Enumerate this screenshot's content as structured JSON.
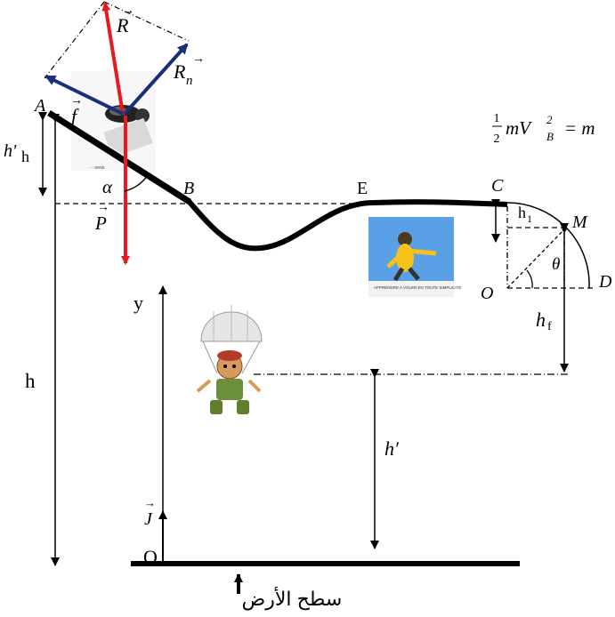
{
  "labels": {
    "R": "R",
    "Rn": "R",
    "Rn_sub": "n",
    "f": "f",
    "P": "P",
    "A": "A",
    "B": "B",
    "C": "C",
    "D": "D",
    "E": "E",
    "M": "M",
    "O_circle": "O",
    "O_ground": "O",
    "alpha": "α",
    "theta": "θ",
    "h_prime_top": "h'",
    "h_prime_top_base": "h",
    "h_main": "h",
    "h1": "h",
    "h1_sub": "1",
    "hf": "h",
    "hf_sub": "f",
    "h_prime": "h′",
    "y": "y",
    "j": "J",
    "formula_left": "mV",
    "formula_sub": "B",
    "formula_sup": "2",
    "formula_right": "= m",
    "formula_num": "1",
    "formula_den": "2",
    "ground": "سطح الأرض"
  },
  "images": {
    "skier": "skier-photo",
    "skydiver": "skydiver-photo",
    "skydiver_caption": "APPRENDRE A VOLER EN TOUTE SIMPLICITE",
    "parachutist": "parachutist-cartoon"
  },
  "colors": {
    "force_red": "#e8191e",
    "force_blue": "#1a2f7a",
    "track": "#000000"
  }
}
